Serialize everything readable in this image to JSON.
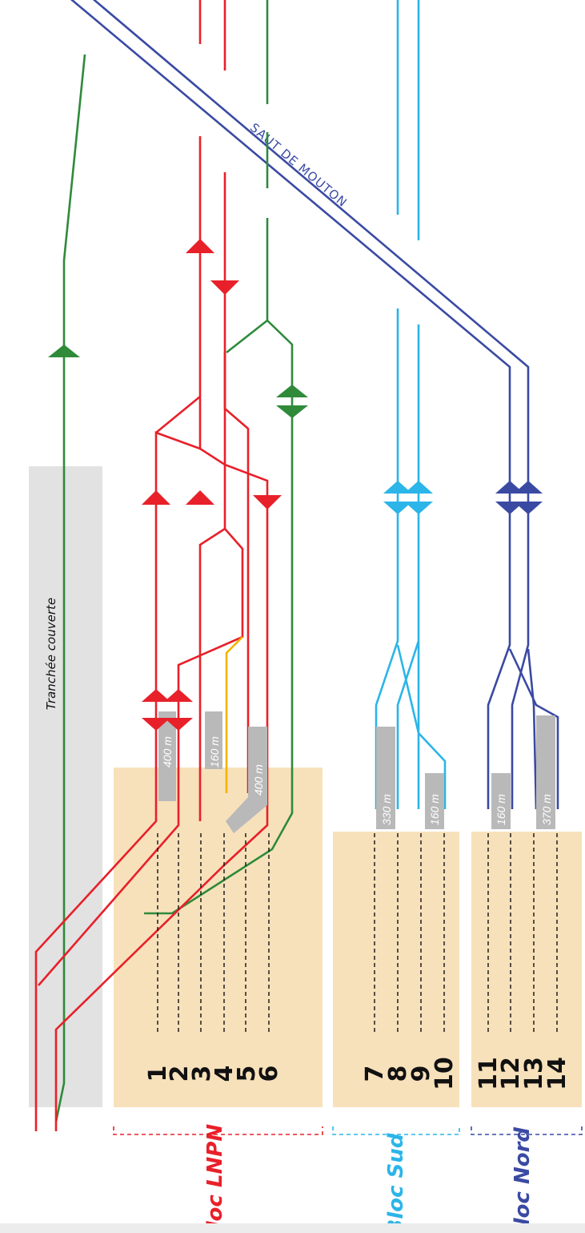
{
  "colors": {
    "lnpn": "#e8202a",
    "sud": "#2bb5e8",
    "nord": "#3a4aa3",
    "green": "#2f8a3a",
    "yellow": "#f2b400",
    "platform_area": "#f7e1bb",
    "covered_trench": "#e2e2e2",
    "platform_bar": "#b9b9b9"
  },
  "labels": {
    "covered_trench": "Tranchée couverte",
    "flyover": "SAUT DE MOUTON"
  },
  "blocs": [
    {
      "name": "Bloc LNPN",
      "color": "#e8202a",
      "tracks": [
        "1",
        "2",
        "3",
        "4",
        "5",
        "6"
      ]
    },
    {
      "name": "Bloc Sud",
      "color": "#2bb5e8",
      "tracks": [
        "7",
        "8",
        "9",
        "10"
      ]
    },
    {
      "name": "Bloc Nord",
      "color": "#3a4aa3",
      "tracks": [
        "11",
        "12",
        "13",
        "14"
      ]
    }
  ],
  "platform_lengths": {
    "lnpn_track_1": "400 m",
    "lnpn_track_3": "160 m",
    "lnpn_track_5": "400 m",
    "sud_track_7": "330 m",
    "sud_track_9": "160 m",
    "nord_track_11": "160 m",
    "nord_track_13": "370 m"
  },
  "icons": {
    "direction_arrow": "triangle-arrow-icon"
  }
}
